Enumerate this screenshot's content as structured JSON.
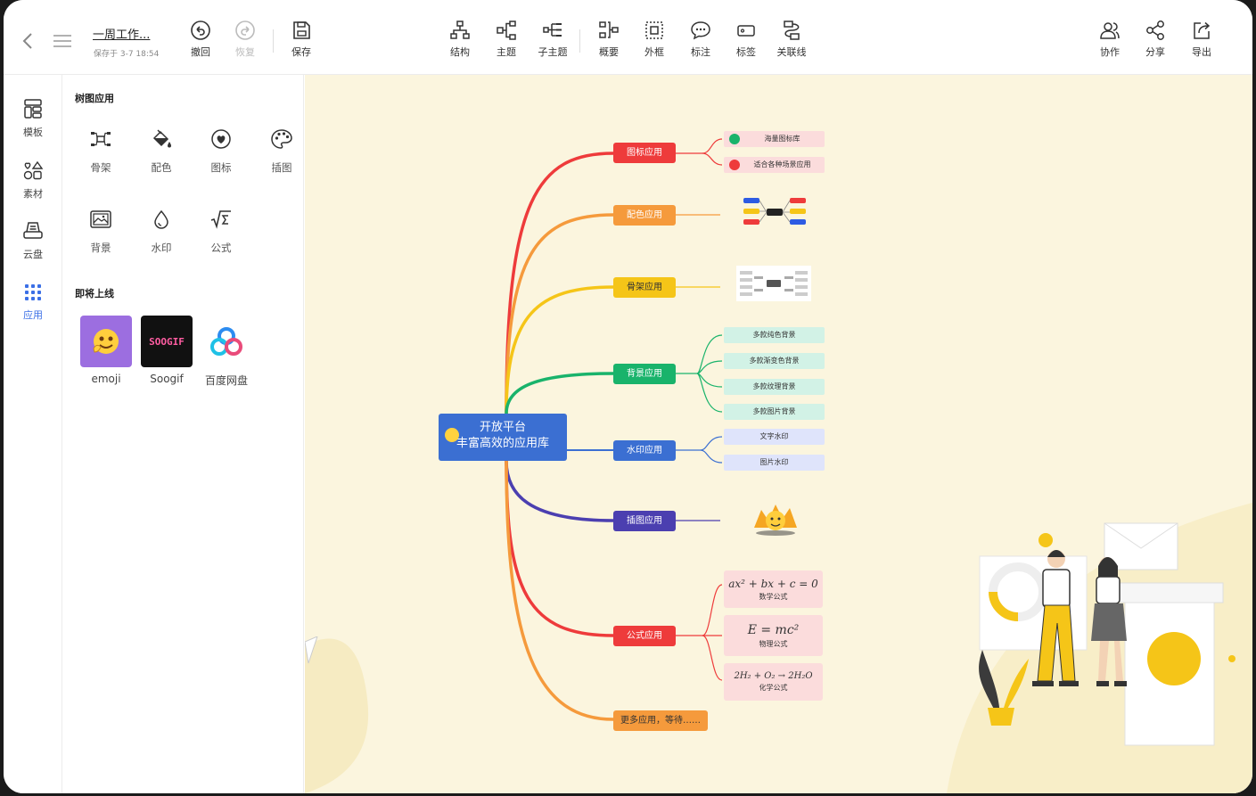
{
  "toolbar": {
    "doc_title": "一周工作...",
    "saved_text": "保存于 3-7 18:54",
    "undo": "撤回",
    "redo": "恢复",
    "save": "保存",
    "structure": "结构",
    "topic": "主题",
    "subtopic": "子主题",
    "summary": "概要",
    "boundary": "外框",
    "note": "标注",
    "tag": "标签",
    "relation": "关联线",
    "collab": "协作",
    "share": "分享",
    "export": "导出"
  },
  "rail": {
    "template": "模板",
    "material": "素材",
    "cloud": "云盘",
    "apps": "应用"
  },
  "panel": {
    "section1": "树图应用",
    "apps": [
      "骨架",
      "配色",
      "图标",
      "插图",
      "背景",
      "水印",
      "公式"
    ],
    "section2": "即将上线",
    "soon": [
      "emoji",
      "Soogif",
      "百度网盘"
    ],
    "soogif_logo": "SOOGIF"
  },
  "mindmap": {
    "root_line1": "开放平台",
    "root_line2": "丰富高效的应用库",
    "branches": {
      "icon": "图标应用",
      "color": "配色应用",
      "skeleton": "骨架应用",
      "background": "背景应用",
      "watermark": "水印应用",
      "illustration": "插图应用",
      "formula": "公式应用",
      "more": "更多应用，等待……"
    },
    "icon_leaves": [
      "海量图标库",
      "适合各种场景应用"
    ],
    "bg_leaves": [
      "多款纯色背景",
      "多款渐变色背景",
      "多款纹理背景",
      "多款图片背景"
    ],
    "wm_leaves": [
      "文字水印",
      "图片水印"
    ],
    "formulas": [
      {
        "expr": "ax² + bx + c = 0",
        "caption": "数学公式"
      },
      {
        "expr": "E = mc²",
        "caption": "物理公式"
      },
      {
        "expr": "2H₂ + O₂ → 2H₂O",
        "caption": "化学公式"
      }
    ]
  },
  "colors": {
    "accent": "#3b6fe6",
    "canvas_bg": "#fbf5de",
    "icon_branch": "#ee3b3b",
    "color_branch": "#f59a3c",
    "skeleton_branch": "#f5c518",
    "background_branch": "#19b36b",
    "watermark_branch": "#3b6fd2",
    "illustration_branch": "#4b3fb0",
    "formula_branch": "#ee3b3b",
    "more_branch": "#f59a3c"
  }
}
